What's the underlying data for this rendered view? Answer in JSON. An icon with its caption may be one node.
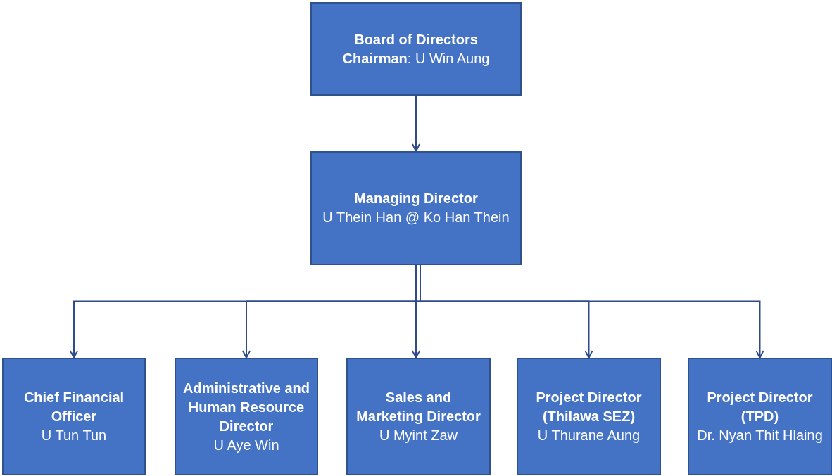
{
  "diagram": {
    "nodes": [
      {
        "text": [
          "Board of Directors",
          "**Chairman**: U Win Aung"
        ]
      },
      {
        "text": [
          "Managing Director",
          "U Thein Han @ Ko Han Thein"
        ]
      },
      {
        "text": [
          "Chief Financial Officer",
          "U Tun Tun"
        ]
      },
      {
        "text": [
          "Administrative and Human Resource Director",
          "U Aye Win"
        ]
      },
      {
        "text": [
          "Sales and Marketing Director",
          "U Myint Zaw"
        ]
      },
      {
        "text": [
          "Project Director (Thilawa SEZ)",
          "U Thurane Aung"
        ]
      },
      {
        "text": [
          "Project Director (TPD)",
          "Dr. Nyan Thit Hlaing"
        ]
      }
    ],
    "edges": [
      {
        "from": 0,
        "to": 1,
        "arrow": "to"
      },
      {
        "from": 1,
        "to": 2,
        "arrow": "to"
      },
      {
        "from": 1,
        "to": 3,
        "arrow": "to"
      },
      {
        "from": 1,
        "to": 4,
        "arrow": "to"
      },
      {
        "from": 1,
        "to": 5,
        "arrow": "to"
      },
      {
        "from": 1,
        "to": 6,
        "arrow": "to"
      }
    ]
  }
}
